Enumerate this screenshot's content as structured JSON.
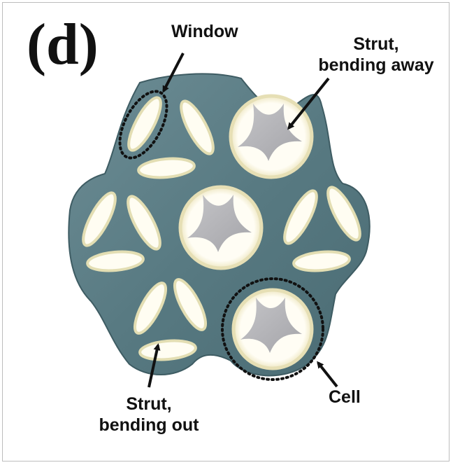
{
  "panel_label": "(d)",
  "labels": {
    "window": "Window",
    "strut_away_line1": "Strut,",
    "strut_away_line2": "bending away",
    "strut_out_line1": "Strut,",
    "strut_out_line2": "bending out",
    "cell": "Cell"
  },
  "colors": {
    "material": "#597a82",
    "window_fill": "#fffdf2",
    "window_rim": "#e3deb3",
    "strut_fill": "#b4b4b8",
    "outline": "#111111"
  }
}
